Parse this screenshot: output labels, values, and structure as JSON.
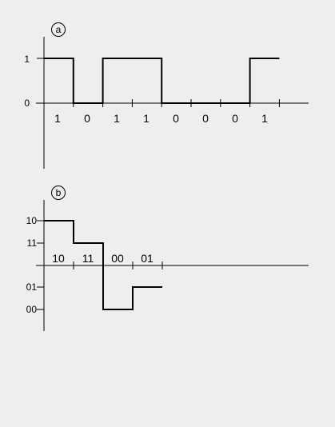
{
  "panel_a": {
    "label": "a",
    "y_levels": [
      {
        "text": "1",
        "value": 1
      },
      {
        "text": "0",
        "value": 0
      }
    ],
    "bits": [
      "1",
      "0",
      "1",
      "1",
      "0",
      "0",
      "0",
      "1"
    ],
    "signal": [
      1,
      0,
      1,
      1,
      0,
      0,
      0,
      1
    ]
  },
  "panel_b": {
    "label": "b",
    "y_levels": [
      {
        "text": "10",
        "value": 10
      },
      {
        "text": "11",
        "value": 11
      },
      {
        "text": "01",
        "value": 1
      },
      {
        "text": "00",
        "value": 0
      }
    ],
    "symbols": [
      "10",
      "11",
      "00",
      "01"
    ],
    "signal": [
      "10",
      "11",
      "00",
      "01"
    ]
  }
}
